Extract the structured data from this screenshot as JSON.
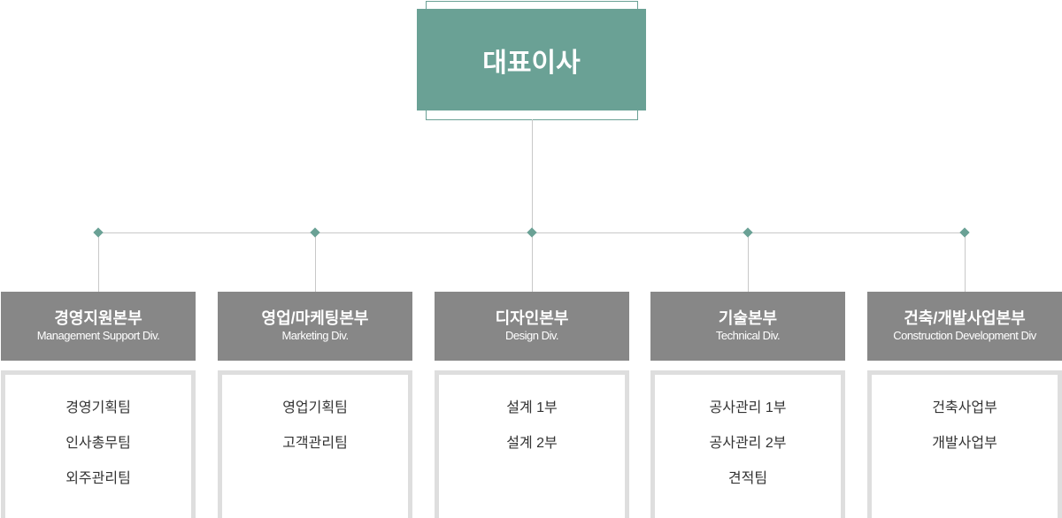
{
  "ceo": {
    "label": "대표이사"
  },
  "colors": {
    "accent": "#6aa195",
    "header": "#878787",
    "border": "#dedede"
  },
  "divisions": [
    {
      "name": "경영지원본부",
      "en": "Management Support Div.",
      "teams": [
        "경영기획팀",
        "인사총무팀",
        "외주관리팀"
      ]
    },
    {
      "name": "영업/마케팅본부",
      "en": "Marketing Div.",
      "teams": [
        "영업기획팀",
        "고객관리팀"
      ]
    },
    {
      "name": "디자인본부",
      "en": "Design Div.",
      "teams": [
        "설계 1부",
        "설계 2부"
      ]
    },
    {
      "name": "기술본부",
      "en": "Technical Div.",
      "teams": [
        "공사관리 1부",
        "공사관리 2부",
        "견적팀"
      ]
    },
    {
      "name": "건축/개발사업본부",
      "en": "Construction Development Div",
      "teams": [
        "건축사업부",
        "개발사업부"
      ]
    }
  ]
}
